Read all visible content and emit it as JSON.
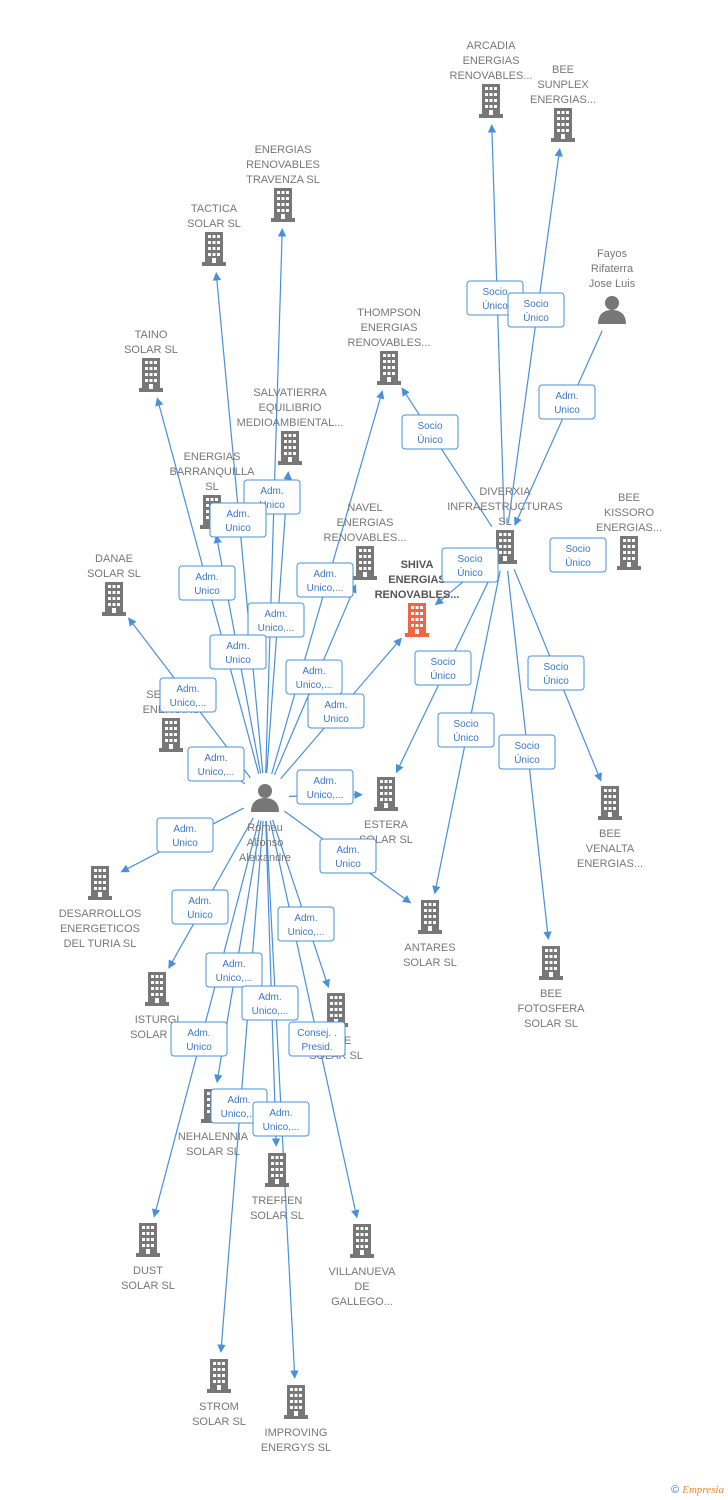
{
  "colors": {
    "edge": "#4a90d9",
    "node": "#777777",
    "highlight": "#ee6644"
  },
  "nodes": [
    {
      "id": "arcadia",
      "type": "company",
      "label": [
        "ARCADIA",
        "ENERGIAS",
        "RENOVABLES..."
      ]
    },
    {
      "id": "bee_sunplex",
      "type": "company",
      "label": [
        "BEE",
        "SUNPLEX",
        "ENERGIAS..."
      ]
    },
    {
      "id": "travenza",
      "type": "company",
      "label": [
        "ENERGIAS",
        "RENOVABLES",
        "TRAVENZA  SL"
      ]
    },
    {
      "id": "tactica",
      "type": "company",
      "label": [
        "TACTICA",
        "SOLAR  SL"
      ]
    },
    {
      "id": "fayos",
      "type": "person",
      "label": [
        "Fayos",
        "Rifaterra",
        "Jose Luis"
      ]
    },
    {
      "id": "thompson",
      "type": "company",
      "label": [
        "THOMPSON",
        "ENERGIAS",
        "RENOVABLES..."
      ]
    },
    {
      "id": "taino",
      "type": "company",
      "label": [
        "TAINO",
        "SOLAR  SL"
      ]
    },
    {
      "id": "salvatierra",
      "type": "company",
      "label": [
        "SALVATIERRA",
        "EQUILIBRIO",
        "MEDIOAMBIENTAL..."
      ]
    },
    {
      "id": "barranquilla",
      "type": "company",
      "label": [
        "ENERGIAS",
        "BARRANQUILLA",
        "SL"
      ]
    },
    {
      "id": "diverxia",
      "type": "company",
      "label": [
        "DIVERXIA",
        "INFRAESTRUCTURAS",
        "SL"
      ]
    },
    {
      "id": "bee_kissoro",
      "type": "company",
      "label": [
        "BEE",
        "KISSORO",
        "ENERGIAS..."
      ]
    },
    {
      "id": "navel",
      "type": "company",
      "label": [
        "NAVEL",
        "ENERGIAS",
        "RENOVABLES..."
      ]
    },
    {
      "id": "shiva",
      "type": "company",
      "highlight": true,
      "label": [
        "SHIVA",
        "ENERGIAS",
        "RENOVABLES..."
      ]
    },
    {
      "id": "danae",
      "type": "company",
      "label": [
        "DANAE",
        "SOLAR  SL"
      ]
    },
    {
      "id": "septimo",
      "type": "company",
      "label": [
        "SEPTIMO",
        "ENERGIAS"
      ]
    },
    {
      "id": "romeu",
      "type": "person",
      "label": [
        "Romeu",
        "Alfonso",
        "Aleixandre"
      ]
    },
    {
      "id": "estera",
      "type": "company",
      "label": [
        "ESTERA",
        "SOLAR  SL"
      ]
    },
    {
      "id": "bee_venalta",
      "type": "company",
      "label": [
        "BEE",
        "VENALTA",
        "ENERGIAS..."
      ]
    },
    {
      "id": "desarrollos",
      "type": "company",
      "label": [
        "DESARROLLOS",
        "ENERGETICOS",
        "DEL TURIA  SL"
      ]
    },
    {
      "id": "antares",
      "type": "company",
      "label": [
        "ANTARES",
        "SOLAR  SL"
      ]
    },
    {
      "id": "bee_fotosfera",
      "type": "company",
      "label": [
        "BEE",
        "FOTOSFERA",
        "SOLAR  SL"
      ]
    },
    {
      "id": "isturgi",
      "type": "company",
      "label": [
        "ISTURGI",
        "SOLAR  SL"
      ]
    },
    {
      "id": "anne",
      "type": "company",
      "label": [
        "ANNE",
        "SOLAR  SL"
      ]
    },
    {
      "id": "nehalennia",
      "type": "company",
      "label": [
        "NEHALENNIA",
        "SOLAR  SL"
      ]
    },
    {
      "id": "treffen",
      "type": "company",
      "label": [
        "TREFFEN",
        "SOLAR  SL"
      ]
    },
    {
      "id": "dust",
      "type": "company",
      "label": [
        "DUST",
        "SOLAR  SL"
      ]
    },
    {
      "id": "villanueva",
      "type": "company",
      "label": [
        "VILLANUEVA",
        "DE",
        "GALLEGO..."
      ]
    },
    {
      "id": "strom",
      "type": "company",
      "label": [
        "STROM",
        "SOLAR  SL"
      ]
    },
    {
      "id": "improving",
      "type": "company",
      "label": [
        "IMPROVING",
        "ENERGYS  SL"
      ]
    }
  ],
  "edges": [
    {
      "from": "diverxia",
      "to": "arcadia",
      "role": [
        "Socio",
        "Único"
      ]
    },
    {
      "from": "diverxia",
      "to": "bee_sunplex",
      "role": [
        "Socio",
        "Único"
      ]
    },
    {
      "from": "fayos",
      "to": "diverxia",
      "role": [
        "Adm.",
        "Unico"
      ]
    },
    {
      "from": "diverxia",
      "to": "thompson",
      "role": [
        "Socio",
        "Único"
      ]
    },
    {
      "from": "diverxia",
      "to": "shiva",
      "role": [
        "Socio",
        "Único"
      ]
    },
    {
      "from": "diverxia",
      "to": "estera",
      "role": [
        "Socio",
        "Único"
      ]
    },
    {
      "from": "diverxia",
      "to": "antares",
      "role": [
        "Socio",
        "Único"
      ]
    },
    {
      "from": "diverxia",
      "to": "bee_fotosfera",
      "role": [
        "Socio",
        "Único"
      ]
    },
    {
      "from": "diverxia",
      "to": "bee_venalta",
      "role": [
        "Socio",
        "Único"
      ]
    },
    {
      "from": "romeu",
      "to": "travenza",
      "role": [
        "Adm.",
        "Unico"
      ]
    },
    {
      "from": "romeu",
      "to": "tactica",
      "role": [
        "Adm.",
        "Unico"
      ]
    },
    {
      "from": "romeu",
      "to": "taino",
      "role": [
        "Adm.",
        "Unico"
      ]
    },
    {
      "from": "romeu",
      "to": "salvatierra",
      "role": [
        "Adm.",
        "Unico,..."
      ]
    },
    {
      "from": "romeu",
      "to": "barranquilla",
      "role": [
        "Adm.",
        "Unico"
      ]
    },
    {
      "from": "romeu",
      "to": "thompson",
      "role": [
        "Adm.",
        "Unico,..."
      ]
    },
    {
      "from": "romeu",
      "to": "navel",
      "role": [
        "Adm.",
        "Unico,..."
      ]
    },
    {
      "from": "romeu",
      "to": "shiva",
      "role": [
        "Adm.",
        "Unico"
      ]
    },
    {
      "from": "romeu",
      "to": "danae",
      "role": [
        "Adm.",
        "Unico,..."
      ]
    },
    {
      "from": "romeu",
      "to": "septimo",
      "role": [
        "Adm.",
        "Unico,..."
      ]
    },
    {
      "from": "romeu",
      "to": "estera",
      "role": [
        "Adm.",
        "Unico,..."
      ]
    },
    {
      "from": "romeu",
      "to": "desarrollos",
      "role": [
        "Adm.",
        "Unico"
      ]
    },
    {
      "from": "romeu",
      "to": "antares",
      "role": [
        "Adm.",
        "Unico"
      ]
    },
    {
      "from": "romeu",
      "to": "isturgi",
      "role": [
        "Adm.",
        "Unico"
      ]
    },
    {
      "from": "romeu",
      "to": "anne",
      "role": [
        "Adm.",
        "Unico,..."
      ]
    },
    {
      "from": "romeu",
      "to": "nehalennia",
      "role": [
        "Adm.",
        "Unico,..."
      ]
    },
    {
      "from": "romeu",
      "to": "treffen",
      "role": [
        "Adm.",
        "Unico,..."
      ]
    },
    {
      "from": "romeu",
      "to": "villanueva",
      "role": [
        "Consej. .",
        "Presid."
      ]
    },
    {
      "from": "romeu",
      "to": "dust",
      "role": [
        "Adm.",
        "Unico"
      ]
    },
    {
      "from": "romeu",
      "to": "strom",
      "role": [
        "Adm.",
        "Unico,..."
      ]
    },
    {
      "from": "romeu",
      "to": "improving",
      "role": [
        "Adm.",
        "Unico,..."
      ]
    }
  ],
  "unlinked_roles": [
    {
      "node": "bee_kissoro",
      "role": [
        "Socio",
        "Único"
      ]
    }
  ],
  "footer": {
    "copyright": "©",
    "brand": "Empresia"
  }
}
